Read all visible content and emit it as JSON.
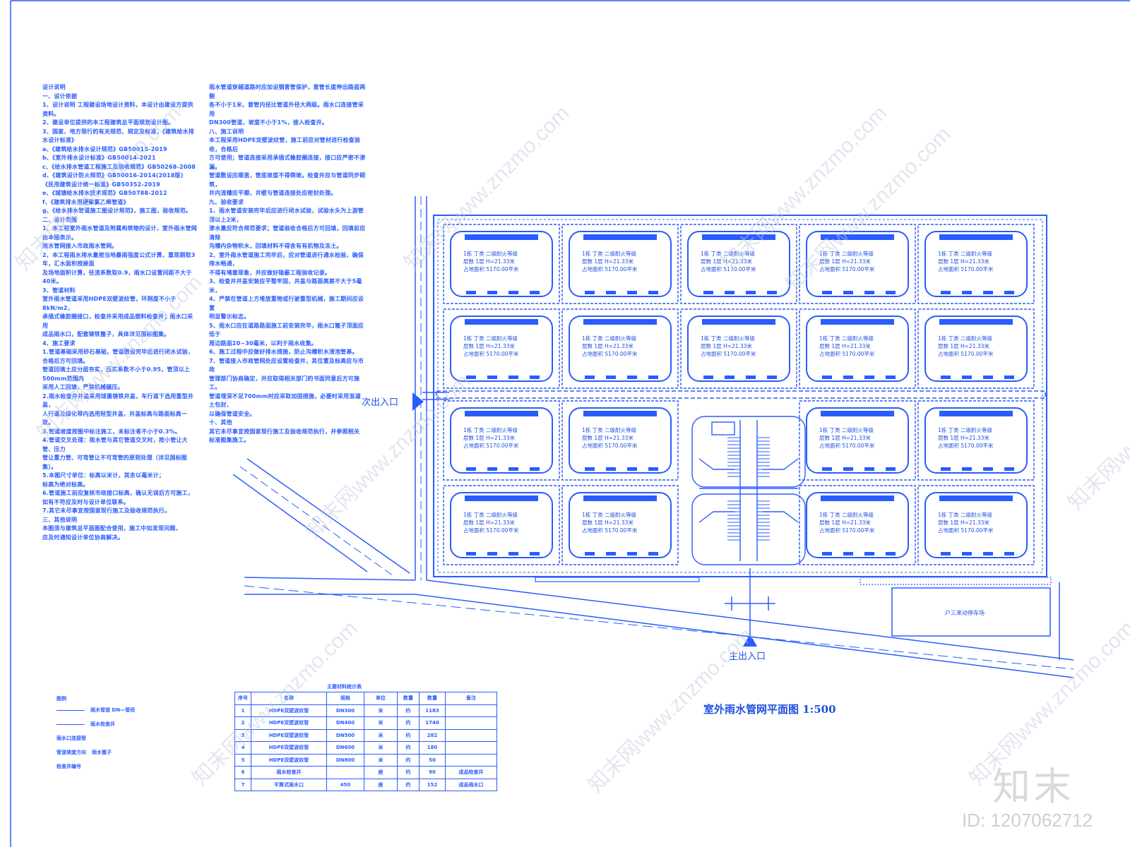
{
  "drawing": {
    "title": "室外雨水管网平面图 1:500",
    "secondary_entrance": "次出入口",
    "main_entrance": "主出入口",
    "parking_label": "户三来动停车场",
    "building_text": {
      "line1": "1栋 丁类 二级耐火等级",
      "line2": "层数 1层 H=21.33米",
      "line3": "占地面积 5170.00平米"
    }
  },
  "notes_left": "设计说明\n一、设计依据\n1、设计说明 工程建设场地设计资料，本设计由建设方提供资料。\n2、建设单位提供的本工程建筑总平面规划设计图。\n3、国家、地方现行的有关规范、规定及标准，《建筑给水排水设计标准》\na、《建筑给水排水设计规范》GB50015-2019\nb、《室外排水设计标准》GB50014-2021\nc、《给水排水管道工程施工及验收规范》GB50268-2008\nd、《建筑设计防火规范》GB50016-2014(2018版)\n《民用建筑设计统一标准》GB50352-2019\ne、《城镇给水排水技术规范》GB50788-2012\nf、《建筑排水用硬聚氯乙烯管道》\ng、《给水排水管道施工图设计规范》，施工图，验收规范。\n二、设计范围\n1、本工程室外雨水管道及附属构筑物的设计，室外雨水管网由本图表示。\n雨水管网接入市政雨水管网。\n2、本工程雨水排水量按当地暴雨强度公式计算，重现期取3年，汇水面积按屋面\n及场地面积计算，径流系数取0.9，雨水口设置间距不大于40米。\n3、管道材料\n室外雨水管道采用HDPE双壁波纹管，环刚度不小于8kN/m2，\n承插式橡胶圈接口，检查井采用成品塑料检查井；雨水口采用\n成品雨水口，配套铸铁篦子，具体详见国标图集。\n4、施工要求\n1.管道基础采用砂石基础，管道敷设完毕后进行闭水试验，合格后方可回填。\n管道回填土应分层夯实，压实系数不小于0.95，管顶以上500mm范围内\n采用人工回填，严禁机械碾压。\n2.雨水检查井井盖采用球墨铸铁井盖，车行道下选用重型井盖，\n人行道及绿化带内选用轻型井盖，井盖标高与路面标高一致。\n3.管道坡度按图中标注施工，未标注者不小于0.3%。\n4.管道交叉处理：雨水管与其它管道交叉时，按小管让大管、压力\n管让重力管、可弯管让不可弯管的原则处理（详见国标图集）。\n5.本图尺寸单位：标高以米计，其余以毫米计；\n标高为绝对标高。\n6.管道施工前应复核市政接口标高，确认无误后方可施工，\n如有不符应及时与设计单位联系。\n7.其它未尽事宜按国家现行施工及验收规范执行。\n三、其他说明\n本图须与建筑总平面图配合使用，施工中如发现问题，\n应及时通知设计单位协商解决。",
  "notes_right": "雨水管道穿越道路时应加设钢套管保护，套管长度伸出路面两侧\n各不小于1米，套管内径比管道外径大两级。雨水口连接管采用\nDN300管道，坡度不小于1%，接入检查井。\n八、施工说明\n本工程采用HDPE双壁波纹管，施工前应对管材进行检查验收，合格后\n方可使用；管道连接采用承插式橡胶圈连接，接口应严密不渗漏。\n管道敷设应顺直，管底坡度不得倒坡。检查井应与管道同步砌筑，\n井内流槽应平顺，井壁与管道连接处应密封处理。\n九、验收要求\n1、雨水管道安装完毕后应进行闭水试验，试验水头为上游管顶以上2米，\n渗水量应符合规范要求；管道验收合格后方可回填，回填前应清除\n沟槽内杂物积水，回填材料不得含有有机物及冻土。\n2、室外雨水管道施工完毕后，应对管道进行通水检验，确保排水畅通，\n不得有堵塞现象，并应做好隐蔽工程验收记录。\n3、检查井井盖安装应平整牢固，井盖与路面高差不大于5毫米，\n4、严禁在管道上方堆放重物或行驶重型机械，施工期间应设置\n明显警示标志。\n5、雨水口应在道路路面施工前安装完毕，雨水口篦子顶面应低于\n周边路面20~30毫米，以利于雨水收集。\n6、施工过程中应做好排水措施，防止沟槽积水浸泡管基。\n7、管道接入市政管网处应设置检查井，其位置及标高应与市政\n管理部门协商确定，并应取得相关部门的书面同意后方可施工。\n管道埋深不足700mm时应采取加固措施，必要时采用混凝土包封，\n以确保管道安全。\n十、其他\n其它未尽事宜按国家现行施工及验收规范执行，并参照相关\n标准图集施工。",
  "legend": {
    "title": "图例",
    "item1": "雨水管道 DN—管径",
    "item2": "雨水检查井",
    "item3": "雨水口连接管",
    "item4": "管道坡度方向",
    "item5": "雨水篦子",
    "item6": "检查井编号"
  },
  "material_table": {
    "caption": "主要材料统计表",
    "headers": [
      "序号",
      "名称",
      "规格",
      "单位",
      "数量",
      "数量",
      "备注"
    ],
    "rows": [
      [
        "1",
        "HDPE双壁波纹管",
        "DN300",
        "米",
        "约",
        "1183",
        ""
      ],
      [
        "2",
        "HDPE双壁波纹管",
        "DN400",
        "米",
        "约",
        "1740",
        ""
      ],
      [
        "3",
        "HDPE双壁波纹管",
        "DN500",
        "米",
        "约",
        "282",
        ""
      ],
      [
        "4",
        "HDPE双壁波纹管",
        "DN600",
        "米",
        "约",
        "180",
        ""
      ],
      [
        "5",
        "HDPE双壁波纹管",
        "DN800",
        "米",
        "约",
        "50",
        ""
      ],
      [
        "6",
        "雨水检查井",
        "",
        "座",
        "约",
        "90",
        "成品检查井"
      ],
      [
        "7",
        "平箅式雨水口",
        "450",
        "座",
        "约",
        "152",
        "成品雨水口"
      ]
    ]
  },
  "watermark": "知末网www.znzmo.com",
  "brand": {
    "logo": "知末",
    "id_text": "ID: 1207062712"
  }
}
